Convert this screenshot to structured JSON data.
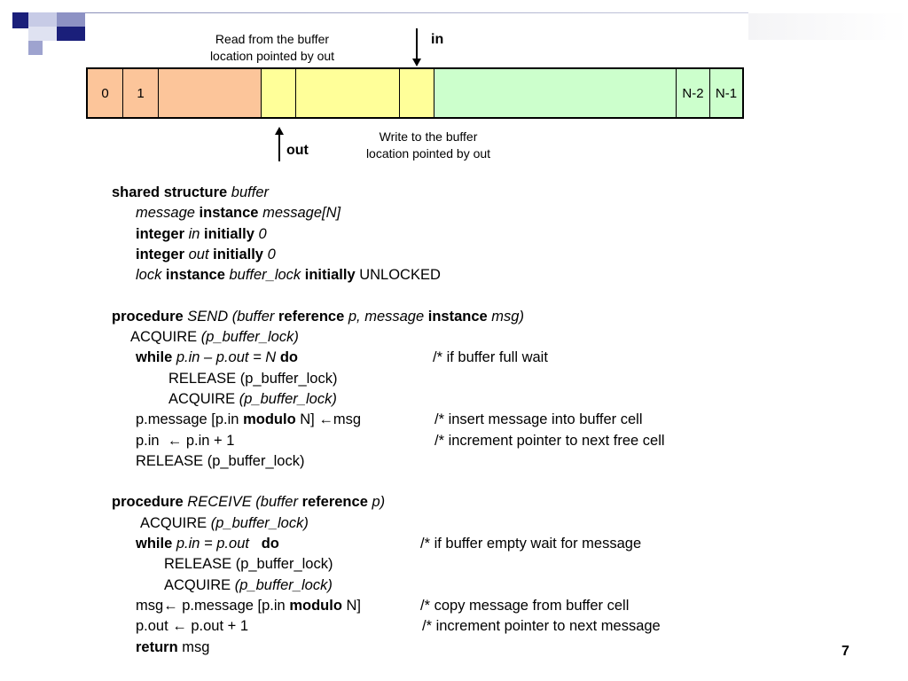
{
  "slide": {
    "page_number": "7"
  },
  "diagram": {
    "cells": [
      {
        "label": "0",
        "color": "#fcc59a"
      },
      {
        "label": "1",
        "color": "#fcc59a"
      },
      {
        "label": "",
        "color": "#fcc59a"
      },
      {
        "label": "",
        "color": "#ffff99"
      },
      {
        "label": "",
        "color": "#ffff99"
      },
      {
        "label": "",
        "color": "#ffff99"
      },
      {
        "label": "",
        "color": "#ccffcc"
      },
      {
        "label": "N-2",
        "color": "#ccffcc"
      },
      {
        "label": "N-1",
        "color": "#ccffcc"
      }
    ],
    "read_note_line1": "Read from the buffer",
    "read_note_line2": "location pointed by out",
    "write_note_line1": "Write to the buffer",
    "write_note_line2": "location pointed by out",
    "in_label": "in",
    "out_label": "out"
  },
  "code": {
    "l1": [
      "shared structure",
      " buffer"
    ],
    "l2": [
      "message",
      " instance ",
      "message[N]"
    ],
    "l3": [
      "integer",
      " in ",
      "initially",
      " 0"
    ],
    "l4": [
      "integer",
      " out ",
      "initially",
      " 0"
    ],
    "l5": [
      "lock",
      " instance ",
      "buffer_lock",
      " initially",
      " UNLOCKED"
    ],
    "l6": [
      "procedure",
      " SEND (buffer",
      " reference",
      " p, message",
      " instance",
      " msg)"
    ],
    "l7": [
      "ACQUIRE ",
      "(p_buffer_lock)"
    ],
    "l8": [
      "while",
      " p.in – p.out = N ",
      "do"
    ],
    "l8c": "/* if buffer full wait",
    "l9": "RELEASE (p_buffer_lock)",
    "l10": [
      "ACQUIRE ",
      "(p_buffer_lock)"
    ],
    "l11": [
      "p.message [p.in ",
      "modulo",
      " N] ←msg"
    ],
    "l11c": "/* insert message into buffer cell",
    "l12": "p.in  ← p.in + 1",
    "l12c": "/* increment pointer to next free cell",
    "l13": "RELEASE (p_buffer_lock)",
    "l14": [
      "procedure",
      " RECEIVE (buffer",
      " reference",
      " p)"
    ],
    "l15": [
      "ACQUIRE ",
      "(p_buffer_lock)"
    ],
    "l16": [
      "while",
      " p.in = p.out   ",
      "do"
    ],
    "l16c": "/* if buffer empty wait for message",
    "l17": "RELEASE (p_buffer_lock)",
    "l18": [
      "ACQUIRE ",
      "(p_buffer_lock)"
    ],
    "l19": [
      "msg← p.message [p.in ",
      "modulo",
      " N]"
    ],
    "l19c": "/* copy message from buffer cell",
    "l20": "p.out ← p.out + 1",
    "l20c": "/* increment pointer to next message",
    "l21": [
      "return",
      " msg"
    ]
  }
}
